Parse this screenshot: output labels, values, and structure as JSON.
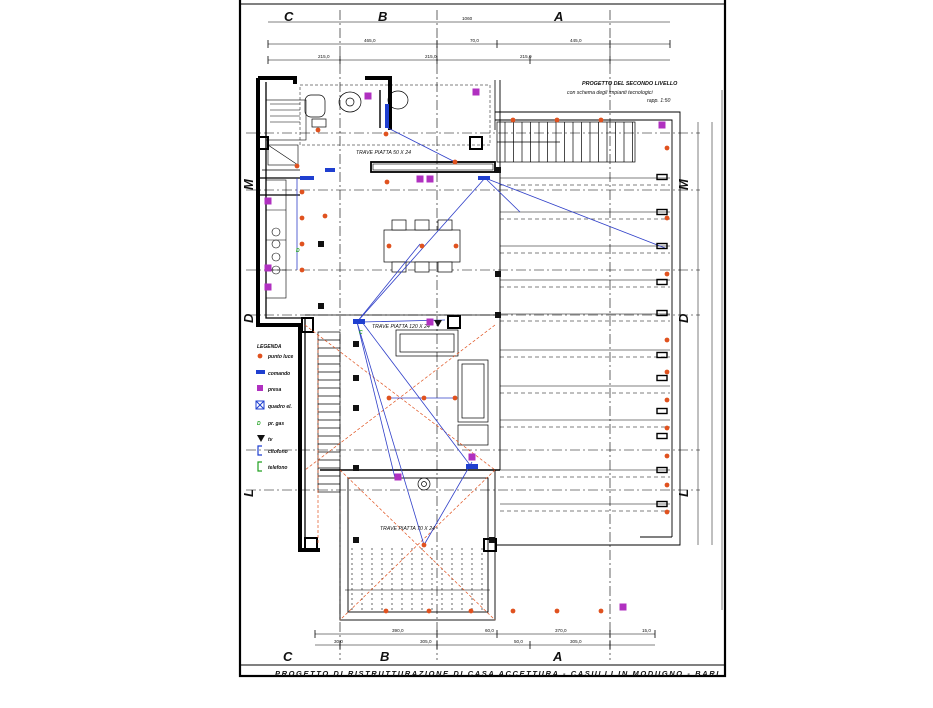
{
  "sheet": {
    "title": "PROGETTO DI RISTRUTTURAZIONE DI CASA ACCETTURA - CASULLI IN MODUGNO - BARI",
    "project_note": {
      "line1": "PROGETTO DEL SECONDO LIVELLO",
      "line2": "con schema degli impianti tecnologici",
      "line3": "rapp. 1:50"
    }
  },
  "axes": {
    "top": [
      "C",
      "B",
      "A"
    ],
    "bottom": [
      "C",
      "B",
      "A"
    ],
    "left": [
      "M",
      "D",
      "L"
    ],
    "right": [
      "M",
      "D",
      "L"
    ]
  },
  "beams": {
    "b1": "TRAVE PIATTA 50 X 24",
    "b2": "TRAVE PIATTA 120 X 24",
    "b3": "TRAVE PIATTA 70 X 24"
  },
  "legend": {
    "title": "LEGENDA",
    "items": [
      {
        "label": "punto luce",
        "color": "#e0521f"
      },
      {
        "label": "comando",
        "color": "#1f3fd0"
      },
      {
        "label": "presa",
        "color": "#b030c0"
      },
      {
        "label": "quadro el.",
        "color": "#1f3fd0"
      },
      {
        "label": "pr. gas",
        "color": "#20a020"
      },
      {
        "label": "tv",
        "color": "#111111"
      },
      {
        "label": "citofono",
        "color": "#1f3fd0"
      },
      {
        "label": "telefono",
        "color": "#20a020"
      }
    ]
  },
  "colors": {
    "wall": "#000000",
    "light_point": "#e0521f",
    "switch": "#1f3fd0",
    "socket": "#b030c0",
    "gas": "#20a020",
    "wiring": "#2f3fc8"
  }
}
